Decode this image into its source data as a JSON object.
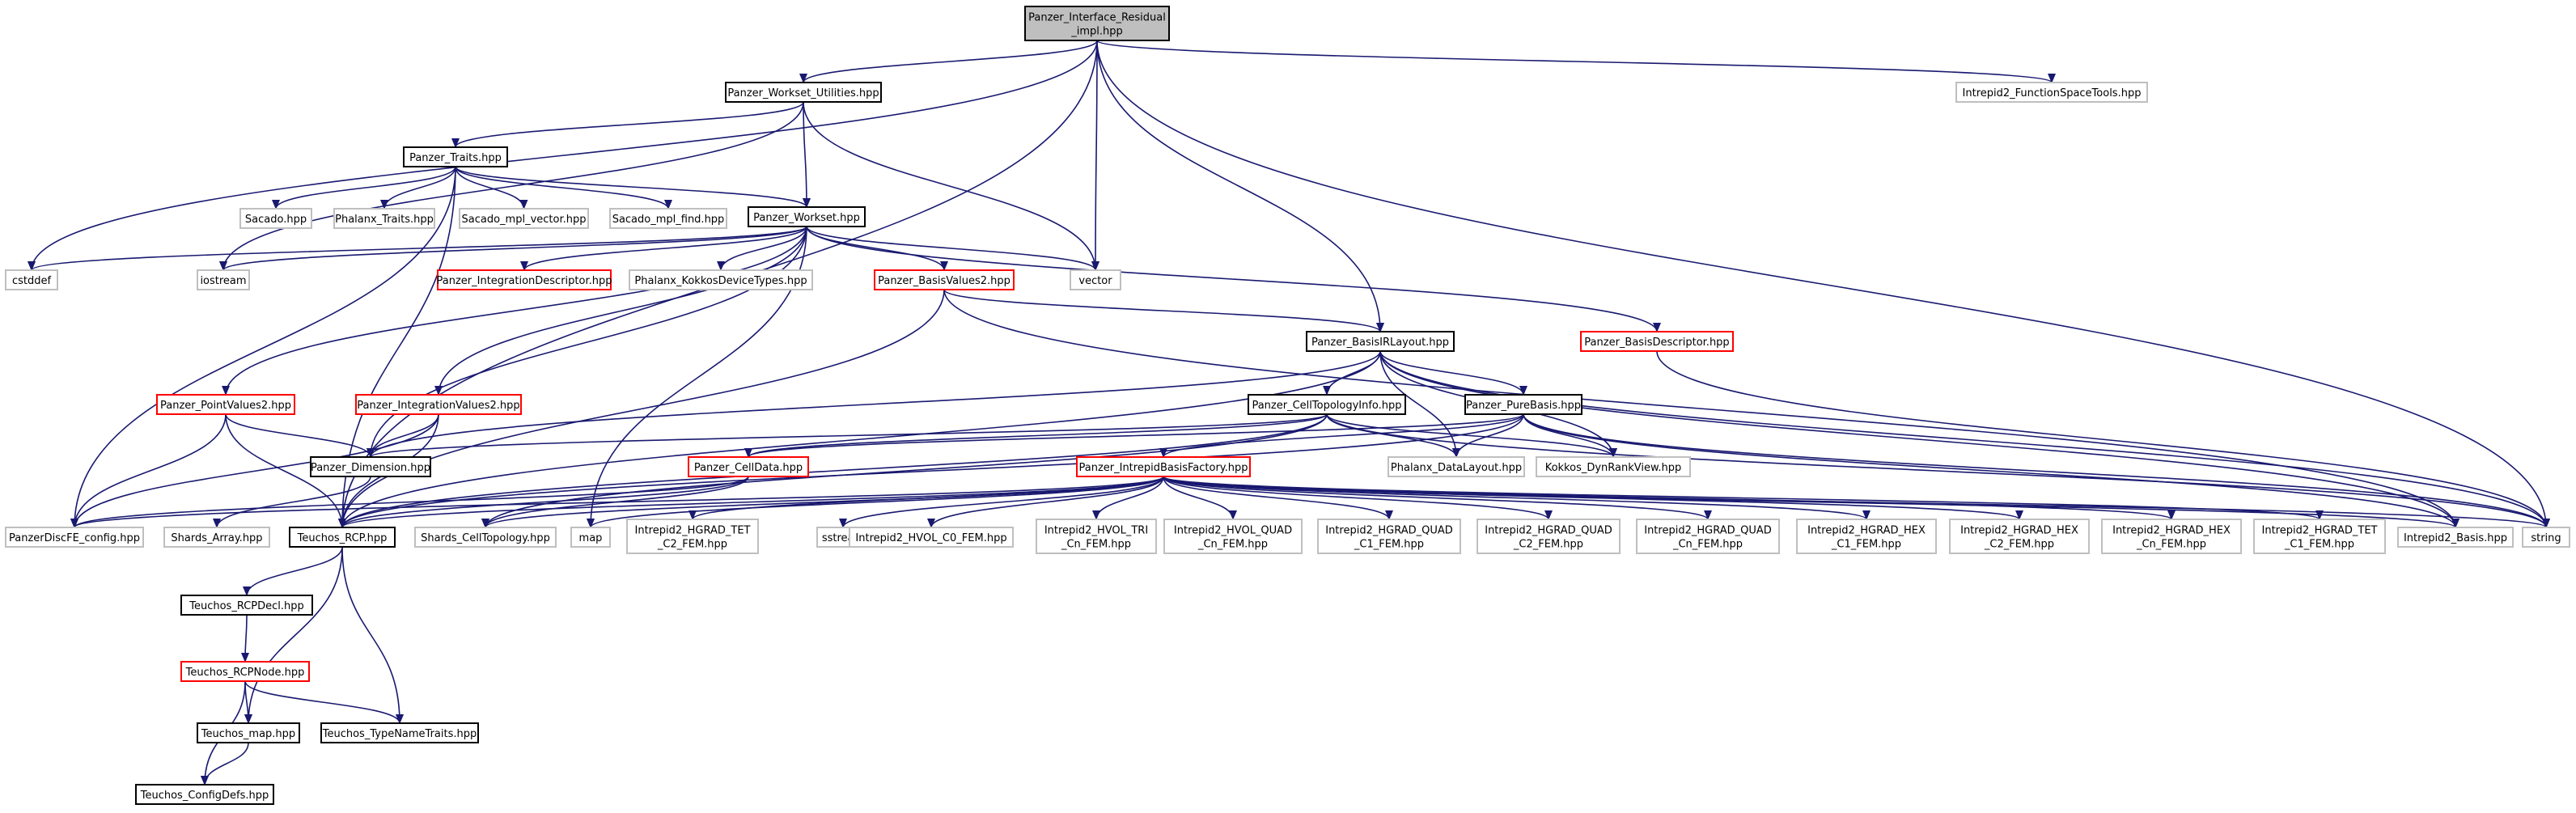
{
  "colors": {
    "edge": "#191970",
    "root_fill": "#bfbfbf",
    "root_stroke": "#000000",
    "documented_stroke": "#000000",
    "truncated_stroke": "#ff0000",
    "external_stroke": "#bfbfbf",
    "node_fill": "#ffffff"
  },
  "nodes": [
    {
      "id": "root",
      "lines": [
        "Panzer_Interface_Residual",
        "_impl.hpp"
      ],
      "kind": "root"
    },
    {
      "id": "workset_utils",
      "lines": [
        "Panzer_Workset_Utilities.hpp"
      ],
      "kind": "documented"
    },
    {
      "id": "function_space_tools",
      "lines": [
        "Intrepid2_FunctionSpaceTools.hpp"
      ],
      "kind": "external"
    },
    {
      "id": "traits",
      "lines": [
        "Panzer_Traits.hpp"
      ],
      "kind": "documented"
    },
    {
      "id": "sacado",
      "lines": [
        "Sacado.hpp"
      ],
      "kind": "external"
    },
    {
      "id": "phalanx_traits",
      "lines": [
        "Phalanx_Traits.hpp"
      ],
      "kind": "external"
    },
    {
      "id": "sacado_mpl_vector",
      "lines": [
        "Sacado_mpl_vector.hpp"
      ],
      "kind": "external"
    },
    {
      "id": "sacado_mpl_find",
      "lines": [
        "Sacado_mpl_find.hpp"
      ],
      "kind": "external"
    },
    {
      "id": "workset",
      "lines": [
        "Panzer_Workset.hpp"
      ],
      "kind": "documented"
    },
    {
      "id": "cstddef",
      "lines": [
        "cstddef"
      ],
      "kind": "external"
    },
    {
      "id": "iostream",
      "lines": [
        "iostream"
      ],
      "kind": "external"
    },
    {
      "id": "integration_descriptor",
      "lines": [
        "Panzer_IntegrationDescriptor.hpp"
      ],
      "kind": "truncated"
    },
    {
      "id": "kokkos_device_types",
      "lines": [
        "Phalanx_KokkosDeviceTypes.hpp"
      ],
      "kind": "external"
    },
    {
      "id": "basis_values2",
      "lines": [
        "Panzer_BasisValues2.hpp"
      ],
      "kind": "truncated"
    },
    {
      "id": "vector",
      "lines": [
        "vector"
      ],
      "kind": "external"
    },
    {
      "id": "basis_ir_layout",
      "lines": [
        "Panzer_BasisIRLayout.hpp"
      ],
      "kind": "documented"
    },
    {
      "id": "basis_descriptor",
      "lines": [
        "Panzer_BasisDescriptor.hpp"
      ],
      "kind": "truncated"
    },
    {
      "id": "point_values2",
      "lines": [
        "Panzer_PointValues2.hpp"
      ],
      "kind": "truncated"
    },
    {
      "id": "integration_values2",
      "lines": [
        "Panzer_IntegrationValues2.hpp"
      ],
      "kind": "truncated"
    },
    {
      "id": "cell_topology_info",
      "lines": [
        "Panzer_CellTopologyInfo.hpp"
      ],
      "kind": "documented"
    },
    {
      "id": "pure_basis",
      "lines": [
        "Panzer_PureBasis.hpp"
      ],
      "kind": "documented"
    },
    {
      "id": "dimension",
      "lines": [
        "Panzer_Dimension.hpp"
      ],
      "kind": "documented"
    },
    {
      "id": "cell_data",
      "lines": [
        "Panzer_CellData.hpp"
      ],
      "kind": "truncated"
    },
    {
      "id": "data_layout",
      "lines": [
        "Phalanx_DataLayout.hpp"
      ],
      "kind": "external"
    },
    {
      "id": "dyn_rank_view",
      "lines": [
        "Kokkos_DynRankView.hpp"
      ],
      "kind": "external"
    },
    {
      "id": "basis_factory",
      "lines": [
        "Panzer_IntrepidBasisFactory.hpp"
      ],
      "kind": "truncated"
    },
    {
      "id": "discfe_config",
      "lines": [
        "PanzerDiscFE_config.hpp"
      ],
      "kind": "external"
    },
    {
      "id": "shards_array",
      "lines": [
        "Shards_Array.hpp"
      ],
      "kind": "external"
    },
    {
      "id": "teuchos_rcp",
      "lines": [
        "Teuchos_RCP.hpp"
      ],
      "kind": "documented"
    },
    {
      "id": "shards_celltopology",
      "lines": [
        "Shards_CellTopology.hpp"
      ],
      "kind": "external"
    },
    {
      "id": "map",
      "lines": [
        "map"
      ],
      "kind": "external"
    },
    {
      "id": "hgrad_tet_c2",
      "lines": [
        "Intrepid2_HGRAD_TET",
        "_C2_FEM.hpp"
      ],
      "kind": "external"
    },
    {
      "id": "sstream",
      "lines": [
        "sstream"
      ],
      "kind": "external"
    },
    {
      "id": "hvol_c0",
      "lines": [
        "Intrepid2_HVOL_C0_FEM.hpp"
      ],
      "kind": "external"
    },
    {
      "id": "hvol_tri_cn",
      "lines": [
        "Intrepid2_HVOL_TRI",
        "_Cn_FEM.hpp"
      ],
      "kind": "external"
    },
    {
      "id": "hvol_quad_cn",
      "lines": [
        "Intrepid2_HVOL_QUAD",
        "_Cn_FEM.hpp"
      ],
      "kind": "external"
    },
    {
      "id": "hgrad_quad_c1",
      "lines": [
        "Intrepid2_HGRAD_QUAD",
        "_C1_FEM.hpp"
      ],
      "kind": "external"
    },
    {
      "id": "hgrad_quad_c2",
      "lines": [
        "Intrepid2_HGRAD_QUAD",
        "_C2_FEM.hpp"
      ],
      "kind": "external"
    },
    {
      "id": "hgrad_quad_cn",
      "lines": [
        "Intrepid2_HGRAD_QUAD",
        "_Cn_FEM.hpp"
      ],
      "kind": "external"
    },
    {
      "id": "hgrad_hex_c1",
      "lines": [
        "Intrepid2_HGRAD_HEX",
        "_C1_FEM.hpp"
      ],
      "kind": "external"
    },
    {
      "id": "hgrad_hex_c2",
      "lines": [
        "Intrepid2_HGRAD_HEX",
        "_C2_FEM.hpp"
      ],
      "kind": "external"
    },
    {
      "id": "hgrad_hex_cn",
      "lines": [
        "Intrepid2_HGRAD_HEX",
        "_Cn_FEM.hpp"
      ],
      "kind": "external"
    },
    {
      "id": "hgrad_tet_c1",
      "lines": [
        "Intrepid2_HGRAD_TET",
        "_C1_FEM.hpp"
      ],
      "kind": "external"
    },
    {
      "id": "intrepid2_basis",
      "lines": [
        "Intrepid2_Basis.hpp"
      ],
      "kind": "external"
    },
    {
      "id": "string",
      "lines": [
        "string"
      ],
      "kind": "external"
    },
    {
      "id": "rcp_decl",
      "lines": [
        "Teuchos_RCPDecl.hpp"
      ],
      "kind": "documented"
    },
    {
      "id": "rcp_node",
      "lines": [
        "Teuchos_RCPNode.hpp"
      ],
      "kind": "truncated"
    },
    {
      "id": "teuchos_map",
      "lines": [
        "Teuchos_map.hpp"
      ],
      "kind": "documented"
    },
    {
      "id": "type_name_traits",
      "lines": [
        "Teuchos_TypeNameTraits.hpp"
      ],
      "kind": "documented"
    },
    {
      "id": "config_defs",
      "lines": [
        "Teuchos_ConfigDefs.hpp"
      ],
      "kind": "documented"
    }
  ],
  "edges": [
    [
      "root",
      "workset_utils"
    ],
    [
      "root",
      "function_space_tools"
    ],
    [
      "root",
      "basis_ir_layout"
    ],
    [
      "root",
      "vector"
    ],
    [
      "root",
      "cstddef"
    ],
    [
      "root",
      "teuchos_rcp"
    ],
    [
      "root",
      "string"
    ],
    [
      "workset_utils",
      "traits"
    ],
    [
      "workset_utils",
      "workset"
    ],
    [
      "workset_utils",
      "vector"
    ],
    [
      "workset_utils",
      "iostream"
    ],
    [
      "traits",
      "sacado"
    ],
    [
      "traits",
      "phalanx_traits"
    ],
    [
      "traits",
      "sacado_mpl_vector"
    ],
    [
      "traits",
      "sacado_mpl_find"
    ],
    [
      "traits",
      "workset"
    ],
    [
      "traits",
      "discfe_config"
    ],
    [
      "traits",
      "teuchos_rcp"
    ],
    [
      "workset",
      "cstddef"
    ],
    [
      "workset",
      "iostream"
    ],
    [
      "workset",
      "integration_descriptor"
    ],
    [
      "workset",
      "kokkos_device_types"
    ],
    [
      "workset",
      "basis_values2"
    ],
    [
      "workset",
      "vector"
    ],
    [
      "workset",
      "basis_descriptor"
    ],
    [
      "workset",
      "point_values2"
    ],
    [
      "workset",
      "integration_values2"
    ],
    [
      "workset",
      "dimension"
    ],
    [
      "workset",
      "map"
    ],
    [
      "basis_values2",
      "basis_ir_layout"
    ],
    [
      "basis_values2",
      "teuchos_rcp"
    ],
    [
      "basis_values2",
      "intrepid2_basis"
    ],
    [
      "basis_ir_layout",
      "cell_topology_info"
    ],
    [
      "basis_ir_layout",
      "pure_basis"
    ],
    [
      "basis_ir_layout",
      "dimension"
    ],
    [
      "basis_ir_layout",
      "teuchos_rcp"
    ],
    [
      "basis_ir_layout",
      "data_layout"
    ],
    [
      "basis_ir_layout",
      "dyn_rank_view"
    ],
    [
      "basis_ir_layout",
      "string"
    ],
    [
      "basis_ir_layout",
      "intrepid2_basis"
    ],
    [
      "basis_descriptor",
      "string"
    ],
    [
      "point_values2",
      "dimension"
    ],
    [
      "point_values2",
      "teuchos_rcp"
    ],
    [
      "point_values2",
      "discfe_config"
    ],
    [
      "integration_values2",
      "dimension"
    ],
    [
      "integration_values2",
      "teuchos_rcp"
    ],
    [
      "integration_values2",
      "discfe_config"
    ],
    [
      "cell_topology_info",
      "dimension"
    ],
    [
      "cell_topology_info",
      "cell_data"
    ],
    [
      "cell_topology_info",
      "teuchos_rcp"
    ],
    [
      "cell_topology_info",
      "data_layout"
    ],
    [
      "cell_topology_info",
      "dyn_rank_view"
    ],
    [
      "cell_topology_info",
      "shards_celltopology"
    ],
    [
      "cell_topology_info",
      "string"
    ],
    [
      "pure_basis",
      "basis_factory"
    ],
    [
      "pure_basis",
      "data_layout"
    ],
    [
      "pure_basis",
      "dyn_rank_view"
    ],
    [
      "pure_basis",
      "teuchos_rcp"
    ],
    [
      "pure_basis",
      "string"
    ],
    [
      "pure_basis",
      "intrepid2_basis"
    ],
    [
      "pure_basis",
      "cell_data"
    ],
    [
      "dimension",
      "shards_array"
    ],
    [
      "cell_data",
      "teuchos_rcp"
    ],
    [
      "cell_data",
      "shards_celltopology"
    ],
    [
      "cell_data",
      "discfe_config"
    ],
    [
      "basis_factory",
      "teuchos_rcp"
    ],
    [
      "basis_factory",
      "shards_celltopology"
    ],
    [
      "basis_factory",
      "map"
    ],
    [
      "basis_factory",
      "hgrad_tet_c2"
    ],
    [
      "basis_factory",
      "sstream"
    ],
    [
      "basis_factory",
      "hvol_c0"
    ],
    [
      "basis_factory",
      "hvol_tri_cn"
    ],
    [
      "basis_factory",
      "hvol_quad_cn"
    ],
    [
      "basis_factory",
      "hgrad_quad_c1"
    ],
    [
      "basis_factory",
      "hgrad_quad_c2"
    ],
    [
      "basis_factory",
      "hgrad_quad_cn"
    ],
    [
      "basis_factory",
      "hgrad_hex_c1"
    ],
    [
      "basis_factory",
      "hgrad_hex_c2"
    ],
    [
      "basis_factory",
      "hgrad_hex_cn"
    ],
    [
      "basis_factory",
      "hgrad_tet_c1"
    ],
    [
      "basis_factory",
      "intrepid2_basis"
    ],
    [
      "basis_factory",
      "string"
    ],
    [
      "basis_factory",
      "discfe_config"
    ],
    [
      "teuchos_rcp",
      "rcp_decl"
    ],
    [
      "teuchos_rcp",
      "teuchos_map"
    ],
    [
      "teuchos_rcp",
      "type_name_traits"
    ],
    [
      "rcp_decl",
      "rcp_node"
    ],
    [
      "rcp_node",
      "teuchos_map"
    ],
    [
      "rcp_node",
      "type_name_traits"
    ],
    [
      "rcp_node",
      "config_defs"
    ],
    [
      "teuchos_map",
      "config_defs"
    ]
  ]
}
